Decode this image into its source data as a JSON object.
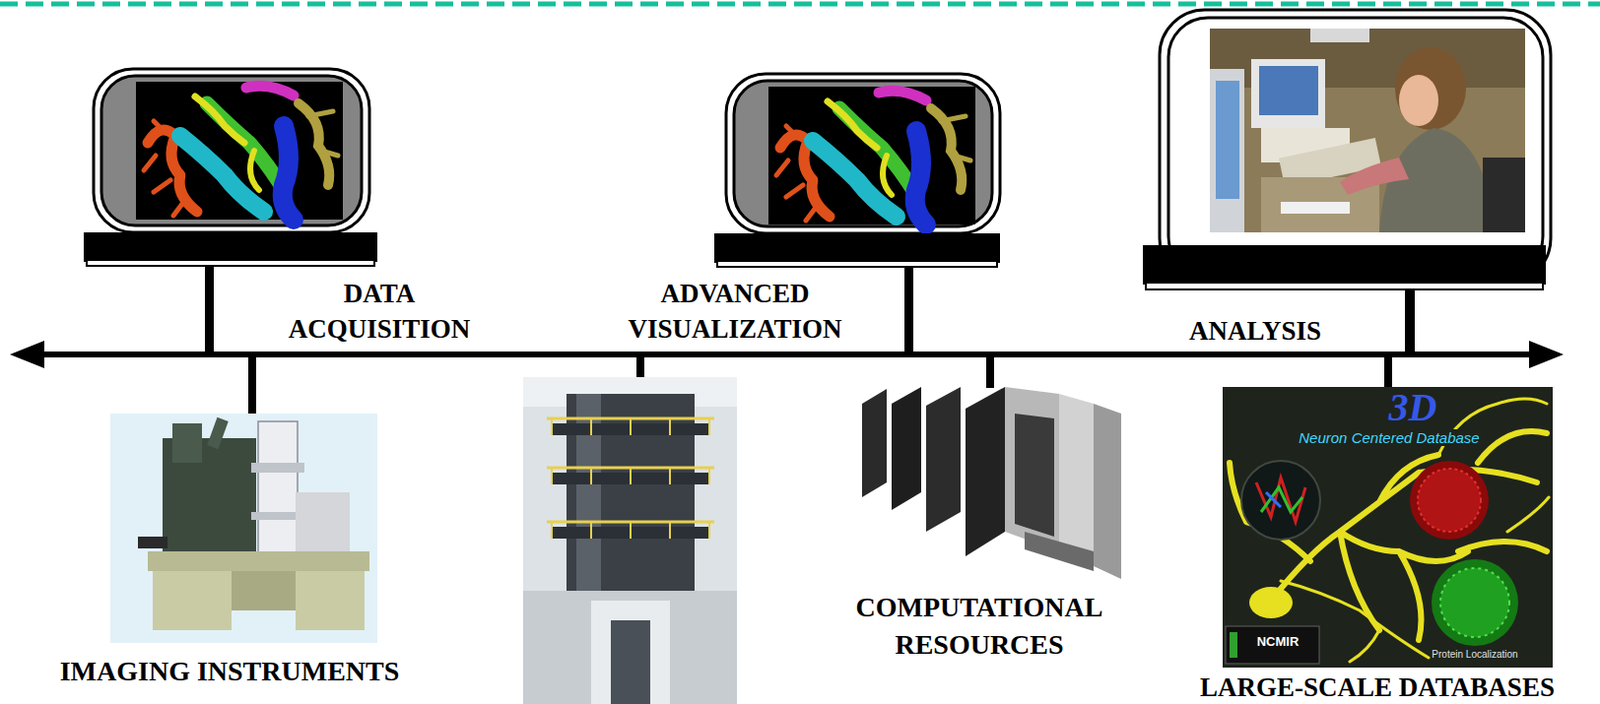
{
  "diagram": {
    "labels": [
      "DATA ACQUISITION",
      "ADVANCED VISUALIZATION",
      "ANALYSIS",
      "IMAGING INSTRUMENTS",
      "COMPUTATIONAL RESOURCES",
      "LARGE-SCALE DATABASES",
      "3D",
      "Neuron Centered Database",
      "NCMIR",
      "Protein Localization"
    ]
  }
}
